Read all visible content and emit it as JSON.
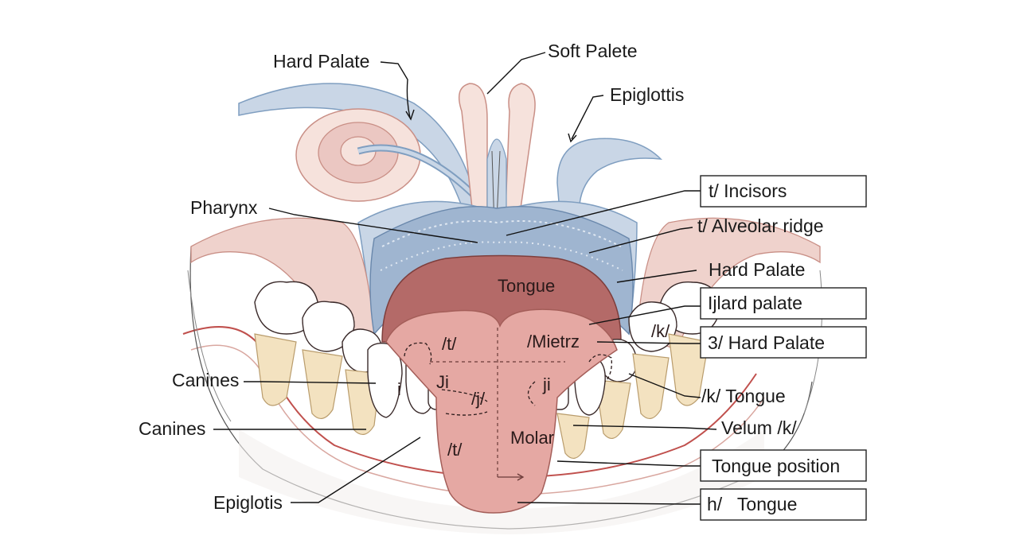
{
  "labels": {
    "hard_palate_top": "Hard Palate",
    "soft_palete": "Soft Palete",
    "epiglottis_top": "Epiglottis",
    "pharynx": "Pharynx",
    "canines_1": "Canines",
    "canines_2": "Canines",
    "epiglotis_bottom": "Epiglotis",
    "incisors_box": "t/ Incisors",
    "alveolar_ridge": "t/ Alveolar ridge",
    "hard_palate_right": "Hard Palate",
    "ijlard_palate_box": "Ijlard palate",
    "hard_palate_3_box": "3/ Hard Palate",
    "k_tongue": "/k/ Tongue",
    "velum_k": "Velum /k/",
    "tongue_position_box": "Tongue position",
    "h_tongue_box": "h/   Tongue"
  },
  "inner_labels": {
    "tongue": "Tongue",
    "t_upper": "/t/",
    "mietrz": "/Mietrz",
    "k_inner": "/k/",
    "i_tooth": "i",
    "ji_tooth": "Ji",
    "j_slash": "/j/",
    "ji_right_tooth": "ji",
    "t_lower": "/t/",
    "molar": "Molar"
  },
  "colors": {
    "palate_blue": "#c9d6e6",
    "palate_blue_dark": "#7f9ec0",
    "flesh_pink": "#ebc7c2",
    "flesh_light": "#f6e2dc",
    "mouth_dark": "#b46a68",
    "tongue": "#e5a8a3",
    "gum_yellow": "#f3e2c0",
    "tooth": "#ffffff",
    "outline": "#3a2a2a"
  }
}
